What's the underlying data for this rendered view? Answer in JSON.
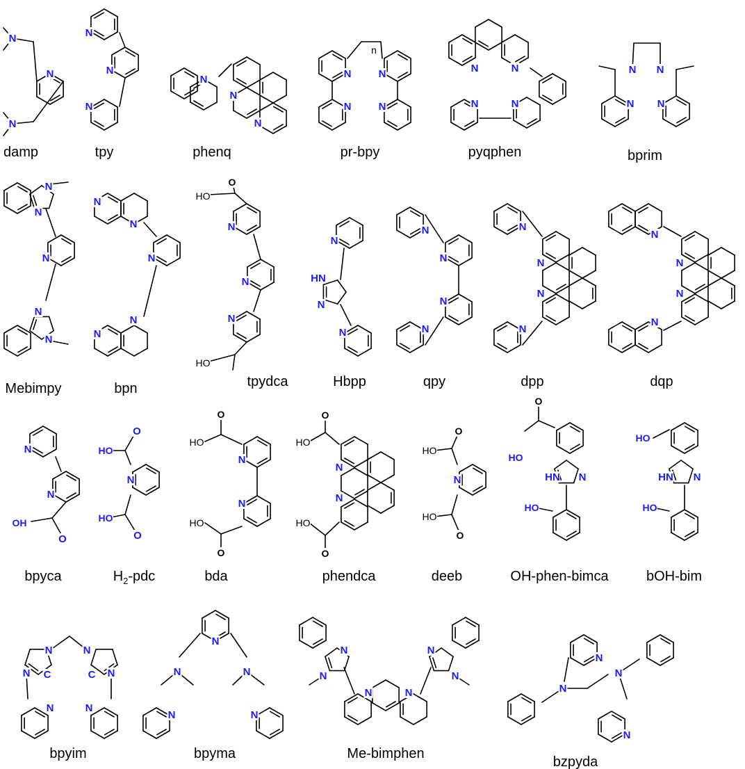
{
  "colors": {
    "hetero_blue": "#1a1aff",
    "bond": "#000000",
    "background": "#ffffff"
  },
  "ligands": [
    {
      "id": "damp",
      "label": "damp"
    },
    {
      "id": "tpy",
      "label": "tpy"
    },
    {
      "id": "phenq",
      "label": "phenq"
    },
    {
      "id": "pr-bpy",
      "label": "pr-bpy"
    },
    {
      "id": "pyqphen",
      "label": "pyqphen"
    },
    {
      "id": "bprim",
      "label": "bprim"
    },
    {
      "id": "Mebimpy",
      "label": "Mebimpy"
    },
    {
      "id": "bpn",
      "label": "bpn"
    },
    {
      "id": "tpydca",
      "label": "tpydca"
    },
    {
      "id": "Hbpp",
      "label": "Hbpp"
    },
    {
      "id": "qpy",
      "label": "qpy"
    },
    {
      "id": "dpp",
      "label": "dpp"
    },
    {
      "id": "dqp",
      "label": "dqp"
    },
    {
      "id": "bpyca",
      "label": "bpyca"
    },
    {
      "id": "H2-pdc",
      "label": "H2-pdc",
      "label_main": "H",
      "label_sub": "2",
      "label_rest": "-pdc"
    },
    {
      "id": "bda",
      "label": "bda"
    },
    {
      "id": "phendca",
      "label": "phendca"
    },
    {
      "id": "deeb",
      "label": "deeb"
    },
    {
      "id": "OH-phen-bimca",
      "label": "OH-phen-bimca"
    },
    {
      "id": "bOH-bim",
      "label": "bOH-bim"
    },
    {
      "id": "bpyim",
      "label": "bpyim"
    },
    {
      "id": "bpyma",
      "label": "bpyma"
    },
    {
      "id": "Me-bimphen",
      "label": "Me-bimphen"
    },
    {
      "id": "bzpyda",
      "label": "bzpyda"
    }
  ],
  "atom_labels": {
    "N": "N",
    "O": "O",
    "OH": "OH",
    "HO": "HO",
    "HN": "HN",
    "C": "C",
    "n": "n"
  }
}
